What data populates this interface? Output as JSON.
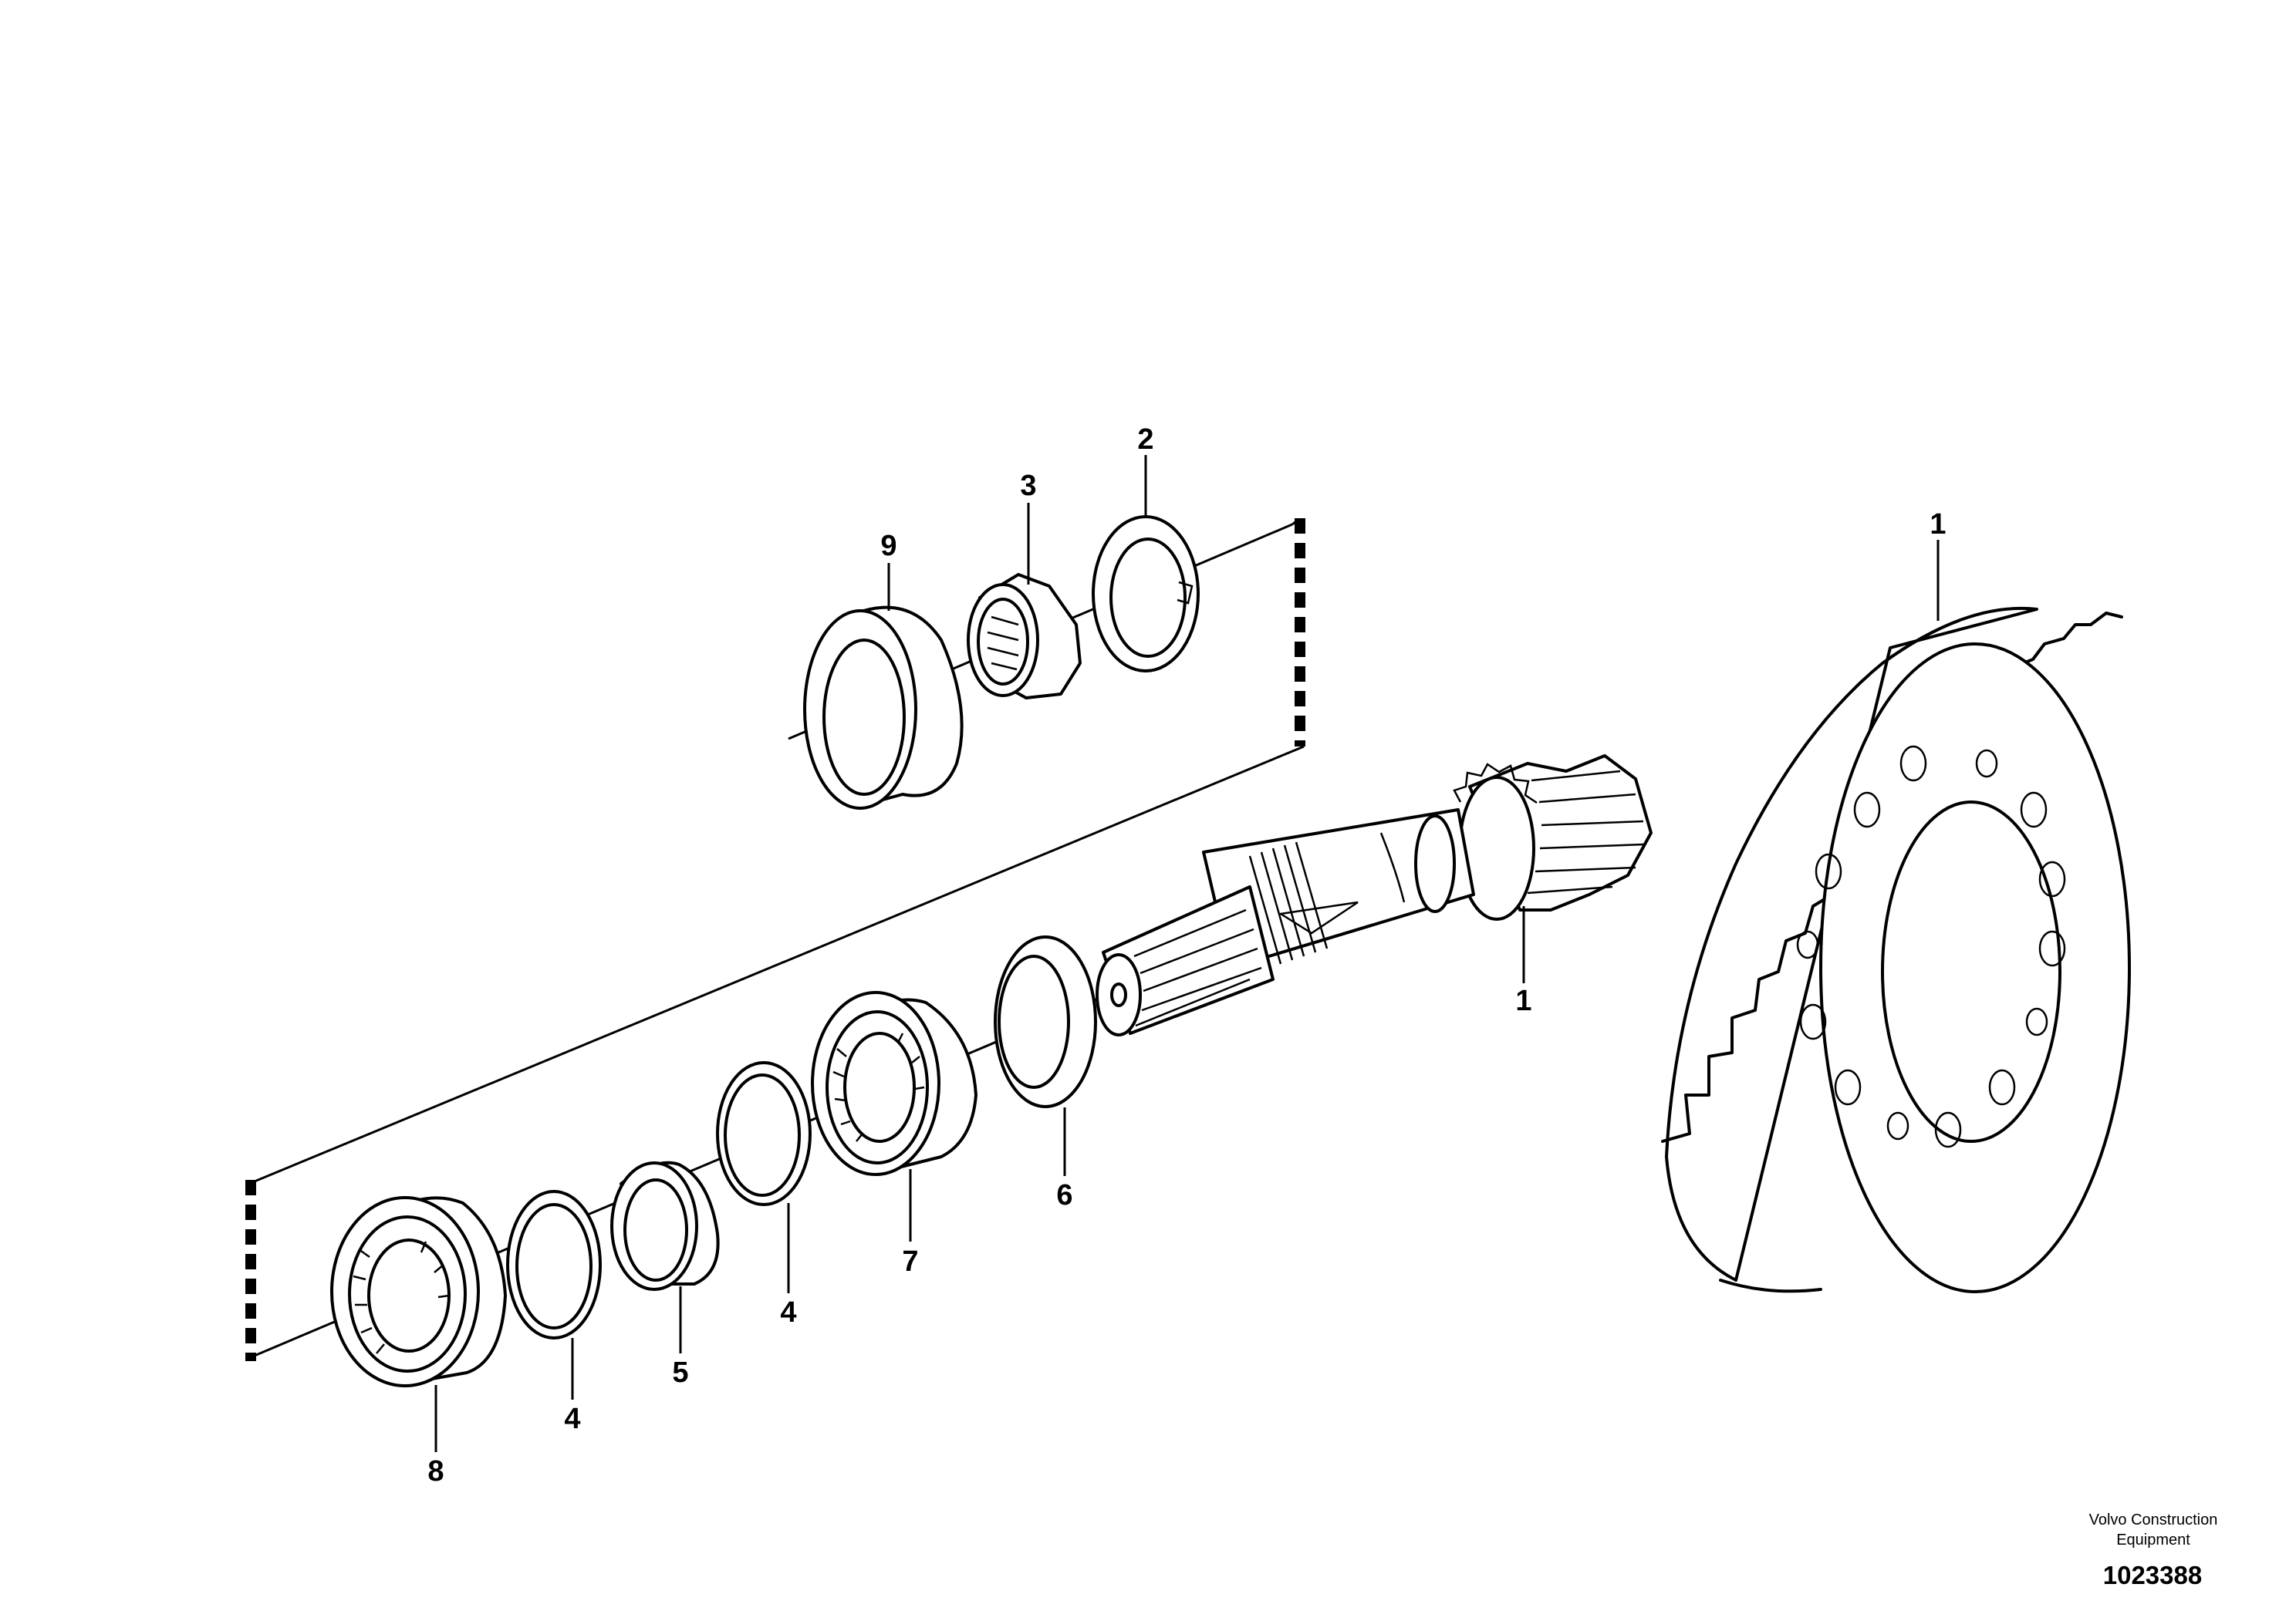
{
  "callouts": {
    "c1_gear": "1",
    "c1_pinion": "1",
    "c2": "2",
    "c3": "3",
    "c4_a": "4",
    "c4_b": "4",
    "c5": "5",
    "c6": "6",
    "c7": "7",
    "c8": "8",
    "c9": "9"
  },
  "footer": {
    "company": "Volvo Construction Equipment",
    "drawing_number": "1023388"
  }
}
